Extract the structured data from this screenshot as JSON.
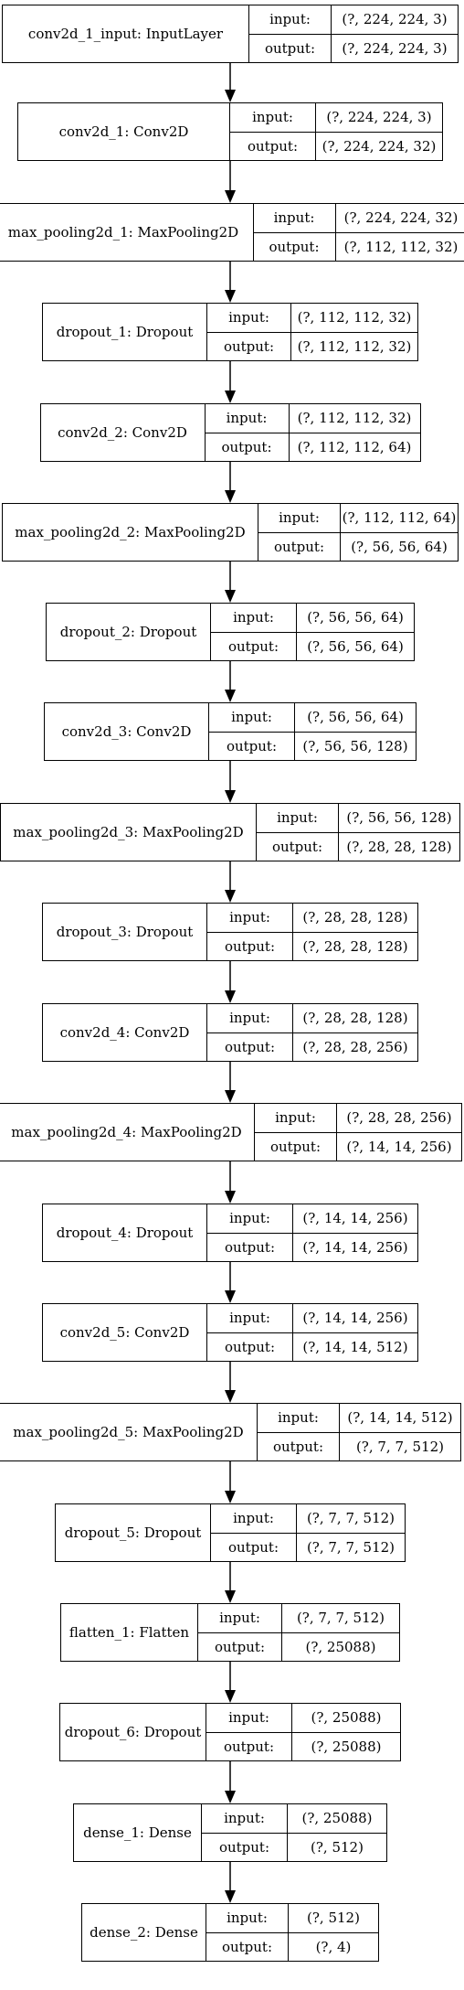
{
  "labels": {
    "input": "input:",
    "output": "output:"
  },
  "layers": [
    {
      "name": "conv2d_1_input: InputLayer",
      "input": "(?, 224, 224, 3)",
      "output": "(?, 224, 224, 3)"
    },
    {
      "name": "conv2d_1: Conv2D",
      "input": "(?, 224, 224, 3)",
      "output": "(?, 224, 224, 32)"
    },
    {
      "name": "max_pooling2d_1: MaxPooling2D",
      "input": "(?, 224, 224, 32)",
      "output": "(?, 112, 112, 32)"
    },
    {
      "name": "dropout_1: Dropout",
      "input": "(?, 112, 112, 32)",
      "output": "(?, 112, 112, 32)"
    },
    {
      "name": "conv2d_2: Conv2D",
      "input": "(?, 112, 112, 32)",
      "output": "(?, 112, 112, 64)"
    },
    {
      "name": "max_pooling2d_2: MaxPooling2D",
      "input": "(?, 112, 112, 64)",
      "output": "(?, 56, 56, 64)"
    },
    {
      "name": "dropout_2: Dropout",
      "input": "(?, 56, 56, 64)",
      "output": "(?, 56, 56, 64)"
    },
    {
      "name": "conv2d_3: Conv2D",
      "input": "(?, 56, 56, 64)",
      "output": "(?, 56, 56, 128)"
    },
    {
      "name": "max_pooling2d_3: MaxPooling2D",
      "input": "(?, 56, 56, 128)",
      "output": "(?, 28, 28, 128)"
    },
    {
      "name": "dropout_3: Dropout",
      "input": "(?, 28, 28, 128)",
      "output": "(?, 28, 28, 128)"
    },
    {
      "name": "conv2d_4: Conv2D",
      "input": "(?, 28, 28, 128)",
      "output": "(?, 28, 28, 256)"
    },
    {
      "name": "max_pooling2d_4: MaxPooling2D",
      "input": "(?, 28, 28, 256)",
      "output": "(?, 14, 14, 256)"
    },
    {
      "name": "dropout_4: Dropout",
      "input": "(?, 14, 14, 256)",
      "output": "(?, 14, 14, 256)"
    },
    {
      "name": "conv2d_5: Conv2D",
      "input": "(?, 14, 14, 256)",
      "output": "(?, 14, 14, 512)"
    },
    {
      "name": "max_pooling2d_5: MaxPooling2D",
      "input": "(?, 14, 14, 512)",
      "output": "(?, 7, 7, 512)"
    },
    {
      "name": "dropout_5: Dropout",
      "input": "(?, 7, 7, 512)",
      "output": "(?, 7, 7, 512)"
    },
    {
      "name": "flatten_1: Flatten",
      "input": "(?, 7, 7, 512)",
      "output": "(?, 25088)"
    },
    {
      "name": "dropout_6: Dropout",
      "input": "(?, 25088)",
      "output": "(?, 25088)"
    },
    {
      "name": "dense_1: Dense",
      "input": "(?, 25088)",
      "output": "(?, 512)"
    },
    {
      "name": "dense_2: Dense",
      "input": "(?, 512)",
      "output": "(?, 4)"
    }
  ]
}
